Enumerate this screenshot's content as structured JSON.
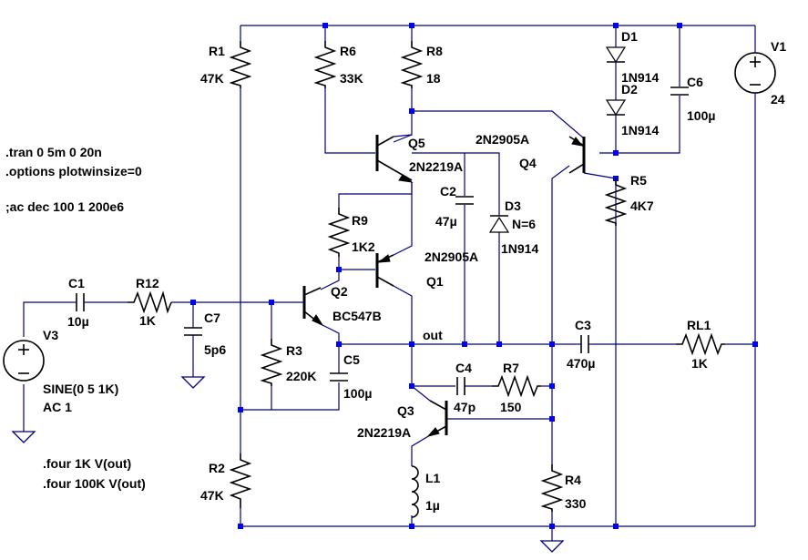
{
  "schematic": {
    "colors": {
      "wire": "#000080",
      "junction": "#0000ff",
      "component": "#000000",
      "background": "#ffffff"
    },
    "components": {
      "R1": {
        "ref": "R1",
        "value": "47K"
      },
      "R2": {
        "ref": "R2",
        "value": "47K"
      },
      "R3": {
        "ref": "R3",
        "value": "220K"
      },
      "R4": {
        "ref": "R4",
        "value": "330"
      },
      "R5": {
        "ref": "R5",
        "value": "4K7"
      },
      "R6": {
        "ref": "R6",
        "value": "33K"
      },
      "R7": {
        "ref": "R7",
        "value": "150"
      },
      "R8": {
        "ref": "R8",
        "value": "18"
      },
      "R9": {
        "ref": "R9",
        "value": "1K2"
      },
      "R12": {
        "ref": "R12",
        "value": "1K"
      },
      "RL1": {
        "ref": "RL1",
        "value": "1K"
      },
      "C1": {
        "ref": "C1",
        "value": "10µ"
      },
      "C2": {
        "ref": "C2",
        "value": "47µ"
      },
      "C3": {
        "ref": "C3",
        "value": "470µ"
      },
      "C4": {
        "ref": "C4",
        "value": "47p"
      },
      "C5": {
        "ref": "C5",
        "value": "100µ"
      },
      "C6": {
        "ref": "C6",
        "value": "100µ"
      },
      "C7": {
        "ref": "C7",
        "value": "5p6"
      },
      "L1": {
        "ref": "L1",
        "value": "1µ"
      },
      "D1": {
        "ref": "D1",
        "value": "1N914"
      },
      "D2": {
        "ref": "D2",
        "value": "1N914"
      },
      "D3": {
        "ref": "D3",
        "value": "1N914",
        "param": "N=6"
      },
      "Q1": {
        "ref": "Q1",
        "model": "2N2905A"
      },
      "Q2": {
        "ref": "Q2",
        "model": "BC547B"
      },
      "Q3": {
        "ref": "Q3",
        "model": "2N2219A"
      },
      "Q4": {
        "ref": "Q4",
        "model": "2N2905A"
      },
      "Q5": {
        "ref": "Q5",
        "model": "2N2219A"
      },
      "V1": {
        "ref": "V1",
        "value": "24"
      },
      "V3": {
        "ref": "V3",
        "value": "SINE(0 5 1K)",
        "ac": "AC 1"
      }
    },
    "net_labels": {
      "out": "out"
    },
    "directives": [
      ".tran 0 5m 0 20n",
      ".options plotwinsize=0",
      ";ac dec 100 1 200e6",
      ".four 1K V(out)",
      ".four 100K V(out)"
    ]
  }
}
